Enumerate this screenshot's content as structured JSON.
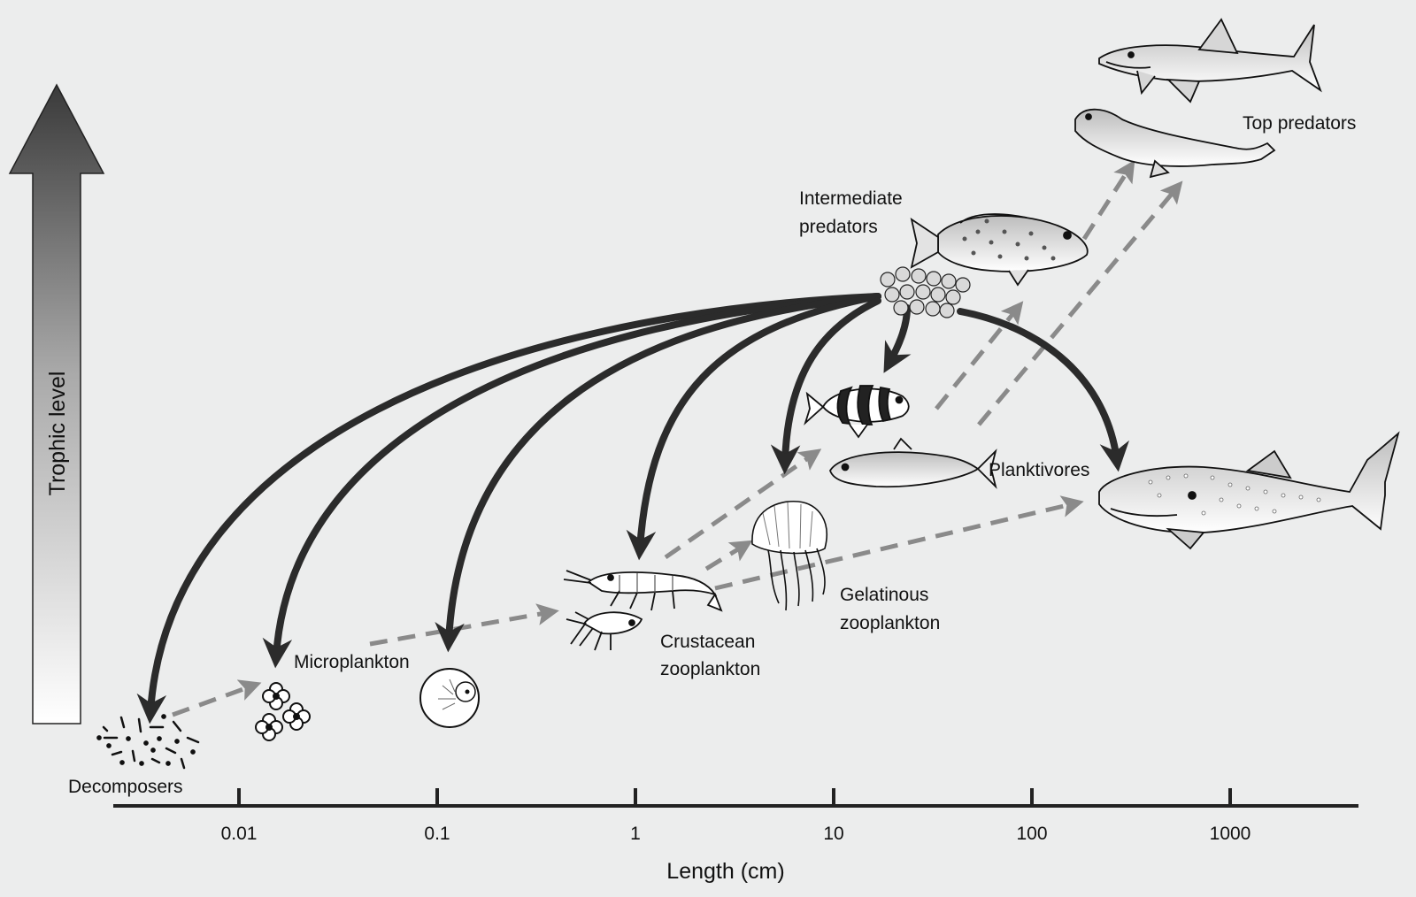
{
  "axis": {
    "title": "Length (cm)",
    "ticks": [
      "0.01",
      "0.1",
      "1",
      "10",
      "100",
      "1000"
    ]
  },
  "trophic_label": "Trophic level",
  "labels": {
    "decomposers": "Decomposers",
    "microplankton": "Microplankton",
    "crustacean_1": "Crustacean",
    "crustacean_2": "zooplankton",
    "gelatinous_1": "Gelatinous",
    "gelatinous_2": "zooplankton",
    "intermediate_1": "Intermediate",
    "intermediate_2": "predators",
    "planktivores": "Planktivores",
    "top_predators": "Top predators"
  },
  "icons": {
    "shark": "great-white-shark-icon",
    "sea_lion": "sea-lion-icon",
    "grouper": "grouper-fish-icon",
    "eggs": "fish-eggs-icon",
    "damselfish": "striped-damselfish-icon",
    "herring": "herring-fish-icon",
    "whale_shark": "whale-shark-icon",
    "jellyfish": "jellyfish-icon",
    "krill": "krill-icon",
    "copepod": "copepod-icon",
    "diatom": "diatom-cell-icon",
    "flagellates": "flagellate-cluster-icon",
    "bacteria": "bacteria-particles-icon"
  },
  "colors": {
    "solid_arrow": "#2b2b2b",
    "dashed_arrow": "#8a8a8a",
    "trophic_top": "#3a3a3a",
    "trophic_bottom": "#ffffff"
  }
}
